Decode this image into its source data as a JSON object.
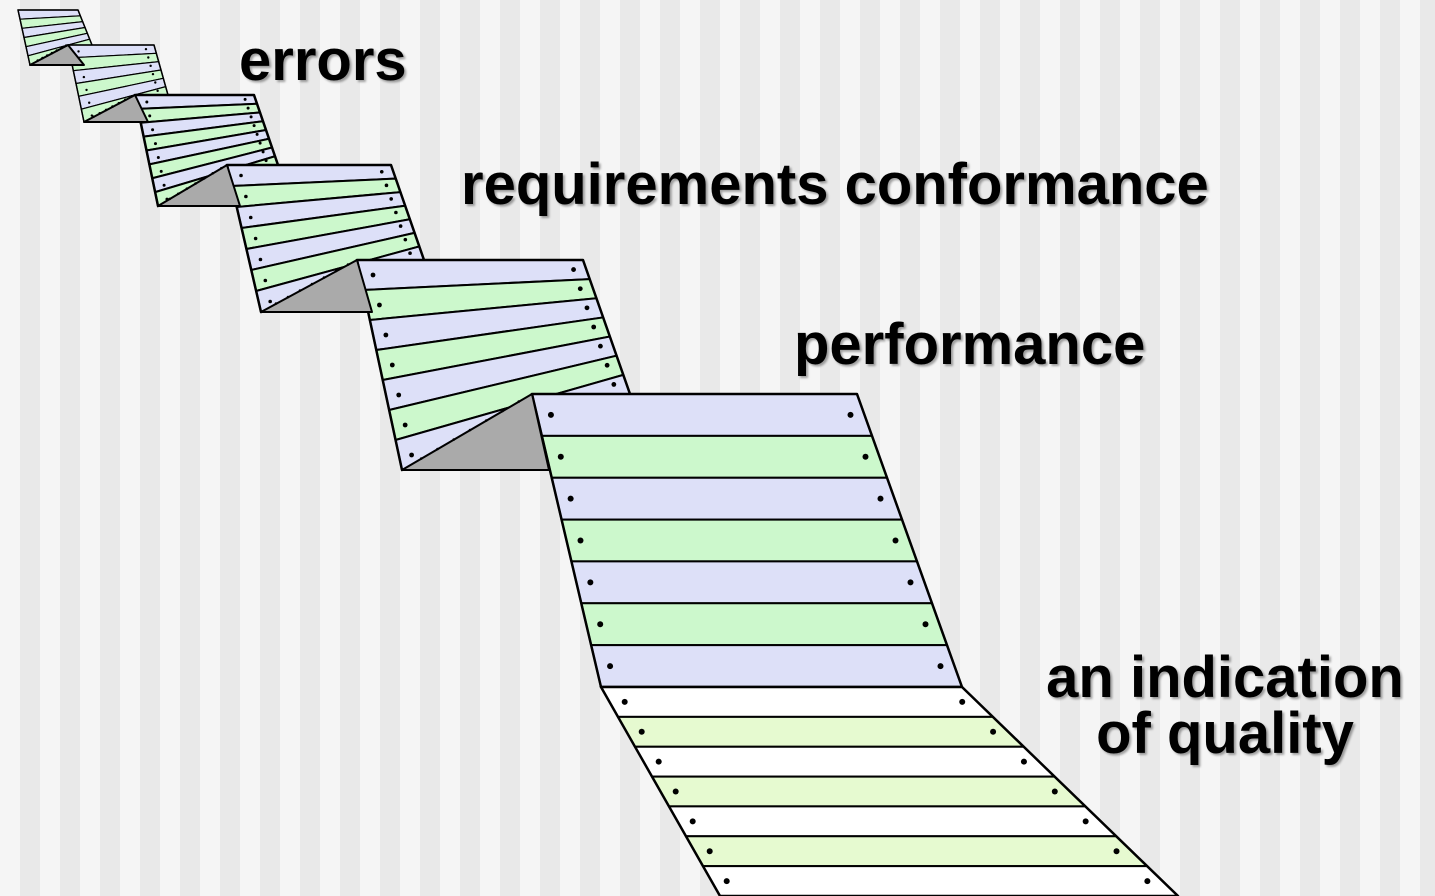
{
  "labels": {
    "errors": "errors",
    "requirements": "requirements conformance",
    "performance": "performance",
    "quality_line1": "an indication",
    "quality_line2": "of quality"
  },
  "colors": {
    "stripe_blue": "#dde0f8",
    "stripe_green": "#ccf8cc",
    "stripe_white": "#ffffff",
    "stripe_pale_green": "#e6fad0",
    "fold": "#aaaaaa",
    "outline": "#000000"
  }
}
